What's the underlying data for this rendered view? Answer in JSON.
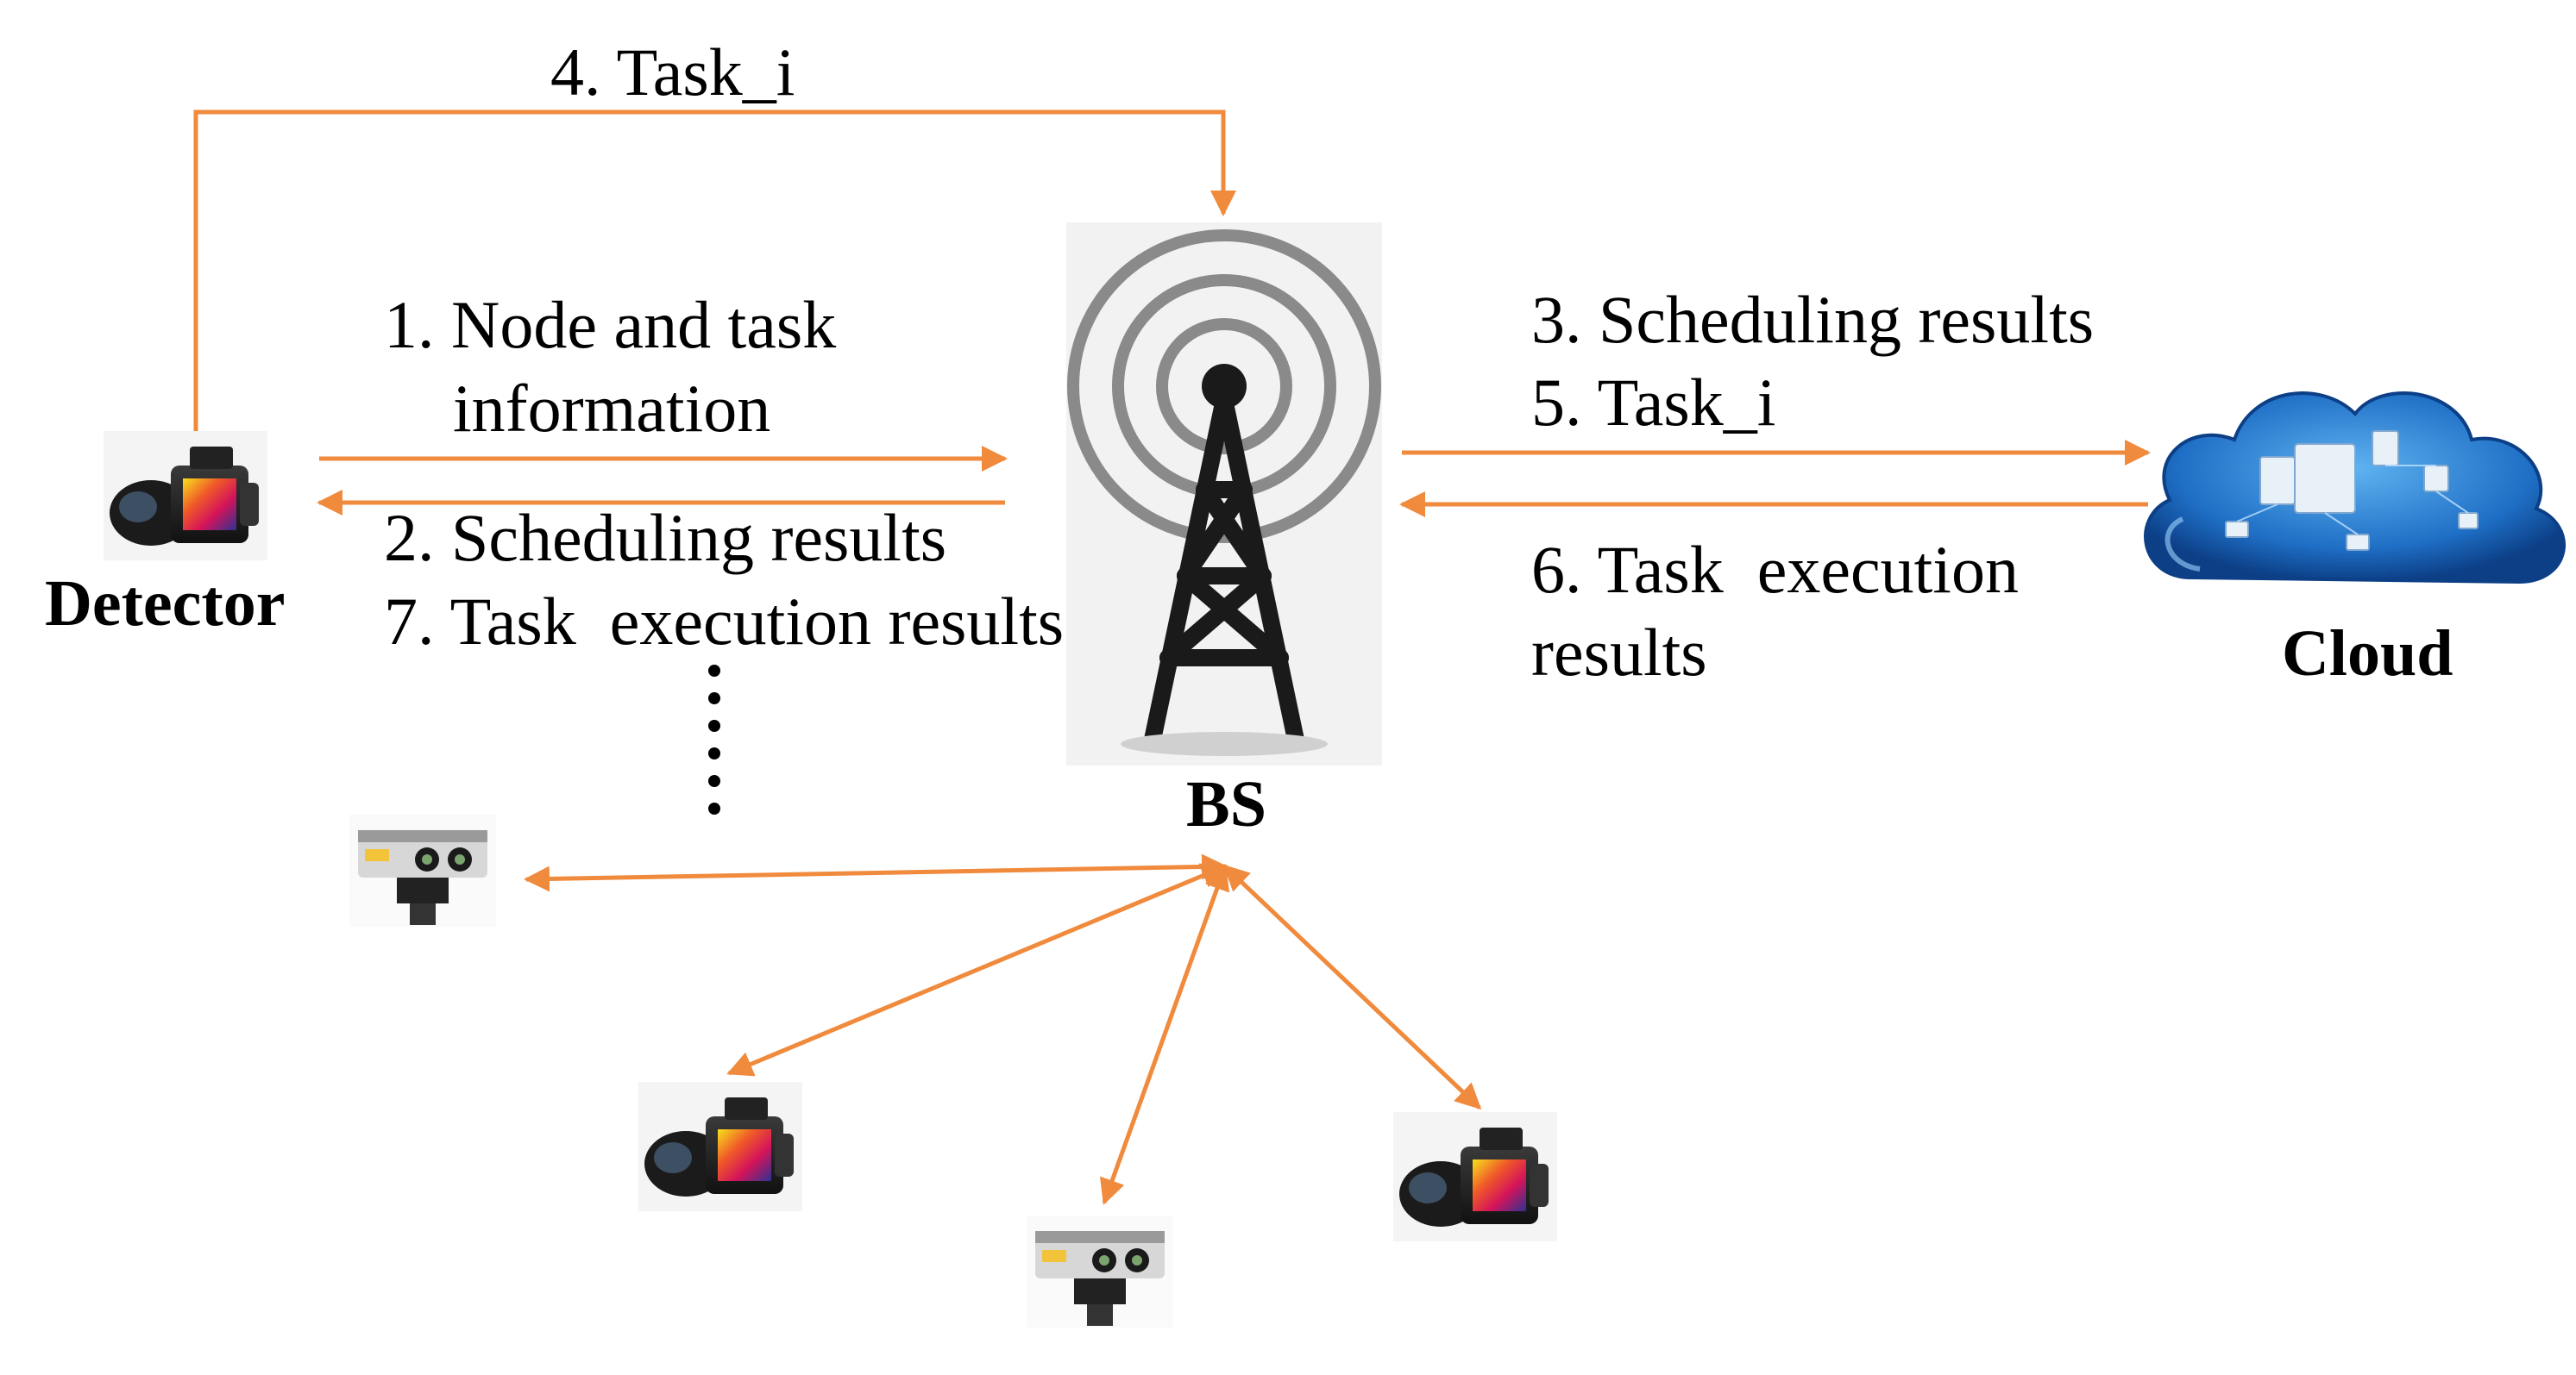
{
  "labels": {
    "step1": "1. Node and task",
    "step1b": "information",
    "step2": "2. Scheduling results",
    "step7": "7. Task  execution results",
    "step3": "3. Scheduling results",
    "step5": "5. Task_i",
    "step6": "6. Task  execution",
    "step6b": "results",
    "step4": "4. Task_i",
    "detector": "Detector",
    "bs": "BS",
    "cloud": "Cloud"
  },
  "colors": {
    "arrow": "#F08A3C",
    "tower": "#1a1a1a",
    "rings": "#8a8a8a",
    "cloud": "#2a7bd0"
  },
  "icons": [
    "thermal-camera-icon",
    "radio-tower-icon",
    "cloud-server-icon",
    "scanner-device-icon"
  ]
}
